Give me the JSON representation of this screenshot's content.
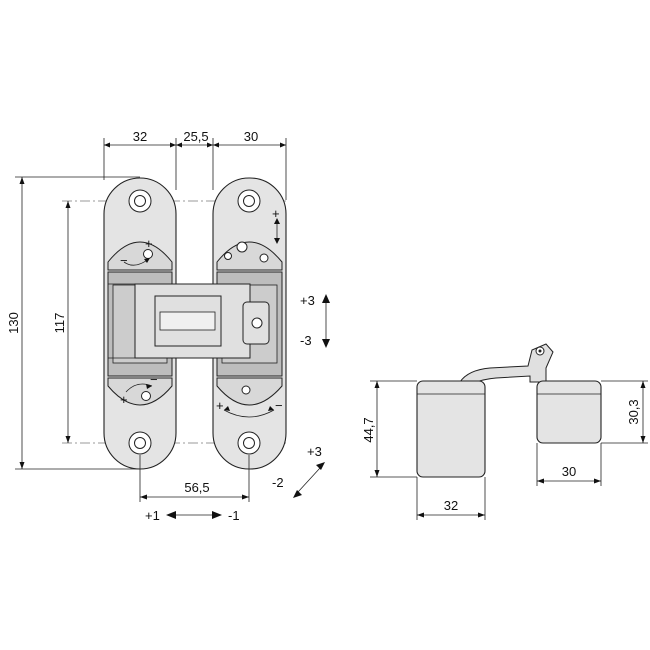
{
  "front_view": {
    "width_left": "32",
    "width_middle": "25,5",
    "width_right": "30",
    "total_height": "130",
    "hole_spacing": "117",
    "hole_offset": "56,5"
  },
  "adjustments": {
    "vertical_plus": "+3",
    "vertical_minus": "-3",
    "horizontal_plus": "+1",
    "horizontal_minus": "-1",
    "depth_plus": "+3",
    "depth_minus": "-2"
  },
  "side_view": {
    "height_left": "44,7",
    "height_right": "30,3",
    "width_left": "32",
    "width_right": "30"
  }
}
